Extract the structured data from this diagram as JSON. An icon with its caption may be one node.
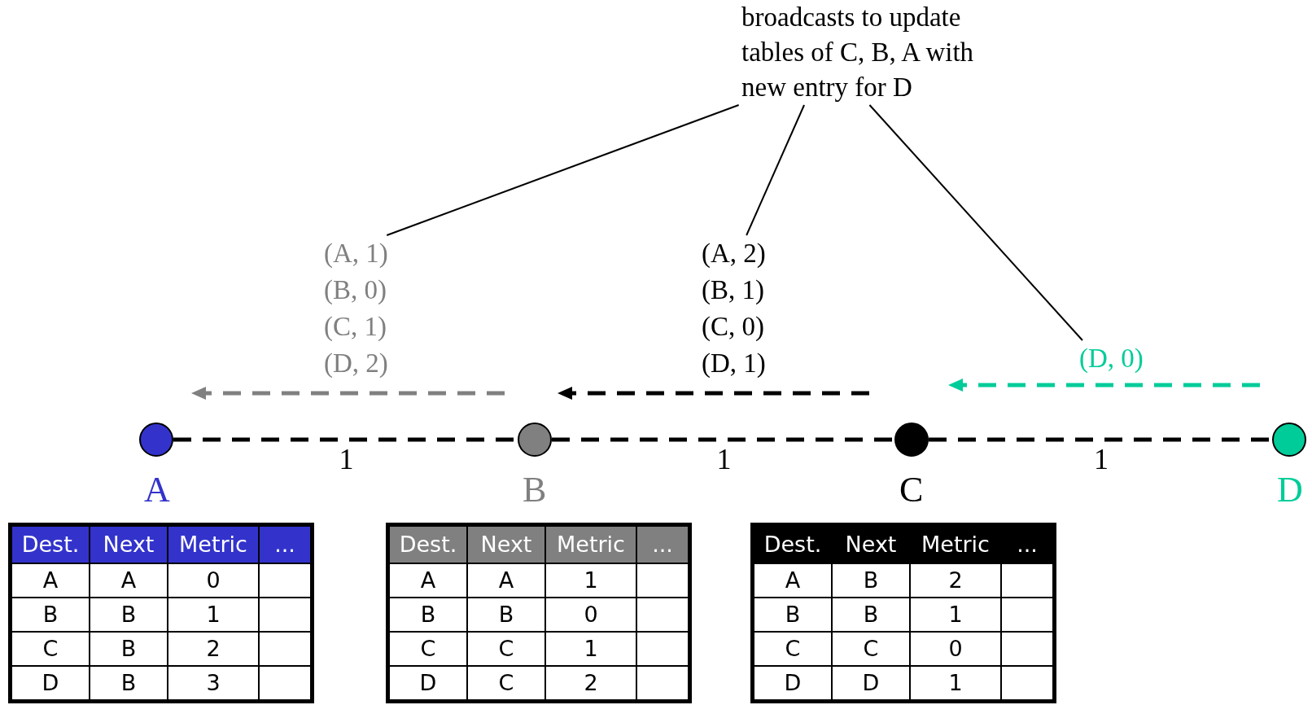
{
  "diagram": {
    "nodes": [
      {
        "text": [],
        "shape": "circle",
        "beside": [
          "A"
        ]
      },
      {
        "text": [],
        "shape": "circle",
        "beside": [
          "B"
        ]
      },
      {
        "text": [],
        "shape": "circle",
        "beside": [
          "C"
        ]
      },
      {
        "text": [],
        "shape": "circle",
        "beside": [
          "D"
        ]
      },
      {
        "text": [
          "broadcasts to update tables of C, B, A with new entry for D"
        ]
      },
      {
        "text": [
          "(A, 1)",
          "(B, 0)",
          "(C, 1)",
          "(D, 2)"
        ]
      },
      {
        "text": [
          "(A, 2)",
          "(B, 1)",
          "(C, 0)",
          "(D, 1)"
        ]
      },
      {
        "text": [
          "(D, 0)"
        ]
      }
    ],
    "edges": [
      {
        "from": 0,
        "to": 1,
        "arrow": "none",
        "label": "1",
        "style": "dashed"
      },
      {
        "from": 1,
        "to": 2,
        "arrow": "none",
        "label": "1",
        "style": "dashed"
      },
      {
        "from": 2,
        "to": 3,
        "arrow": "none",
        "label": "1",
        "style": "dashed"
      },
      {
        "from": 4,
        "to": 5,
        "arrow": "none"
      },
      {
        "from": 4,
        "to": 6,
        "arrow": "none"
      },
      {
        "from": 4,
        "to": 7,
        "arrow": "none"
      }
    ],
    "labels": [
      "Dest.",
      "Next",
      "Metric",
      "...",
      "A",
      "A",
      "0",
      "B",
      "B",
      "1",
      "C",
      "B",
      "2",
      "D",
      "B",
      "3",
      "Dest.",
      "Next",
      "Metric",
      "...",
      "A",
      "A",
      "1",
      "B",
      "B",
      "0",
      "C",
      "C",
      "1",
      "D",
      "C",
      "2",
      "Dest.",
      "Next",
      "Metric",
      "...",
      "A",
      "B",
      "2",
      "B",
      "B",
      "1",
      "C",
      "C",
      "0",
      "D",
      "D",
      "1"
    ]
  }
}
